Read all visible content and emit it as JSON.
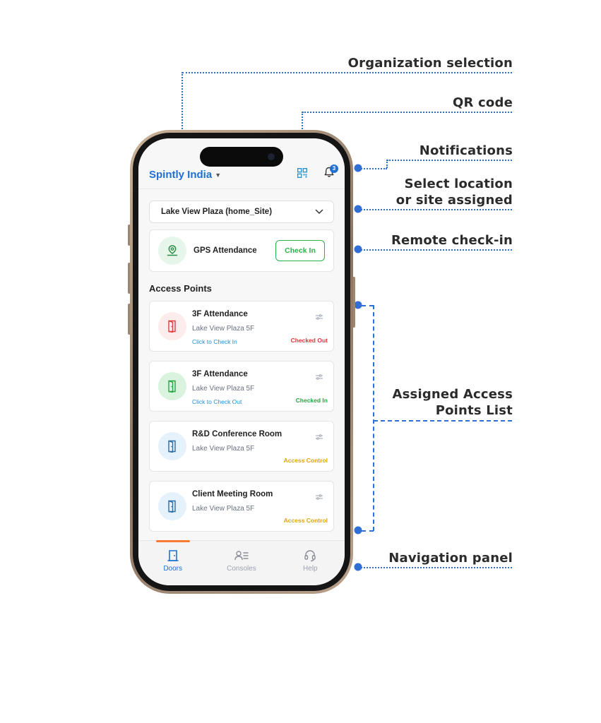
{
  "annotations": {
    "organization_selection": "Organization selection",
    "qr_code": "QR code",
    "notifications": "Notifications",
    "select_location_1": "Select location",
    "select_location_2": "or site assigned",
    "remote_checkin": "Remote check-in",
    "access_points_1": "Assigned Access",
    "access_points_2": "Points List",
    "navigation_panel": "Navigation panel",
    "accent_color": "#2f6fd6"
  },
  "app": {
    "organization": "Spintly India",
    "notification_count": "3",
    "site": "Lake View Plaza (home_Site)",
    "gps": {
      "title": "GPS Attendance",
      "button": "Check In"
    },
    "section_title": "Access Points",
    "access_points": [
      {
        "name": "3F Attendance",
        "location": "Lake View Plaza 5F",
        "action": "Click to Check In",
        "status": "Checked Out",
        "status_color": "#d33a3a",
        "icon": "door-icon"
      },
      {
        "name": "3F Attendance",
        "location": "Lake View Plaza 5F",
        "action": "Click to Check Out",
        "status": "Checked In",
        "status_color": "#27a744",
        "icon": "door-icon"
      },
      {
        "name": "R&D Conference Room",
        "location": "Lake View Plaza 5F",
        "action": "",
        "status": "Access Control",
        "status_color": "#e0a30b",
        "icon": "door-icon"
      },
      {
        "name": "Client Meeting Room",
        "location": "Lake View Plaza 5F",
        "action": "",
        "status": "Access Control",
        "status_color": "#e0a30b",
        "icon": "door-icon"
      }
    ],
    "nav": [
      {
        "label": "Doors",
        "icon": "door-icon",
        "active": true
      },
      {
        "label": "Consoles",
        "icon": "consoles-icon",
        "active": false
      },
      {
        "label": "Help",
        "icon": "headset-icon",
        "active": false
      }
    ],
    "brand_color": "#1f6fd1",
    "active_tab_indicator_color": "#ff7a2f"
  }
}
